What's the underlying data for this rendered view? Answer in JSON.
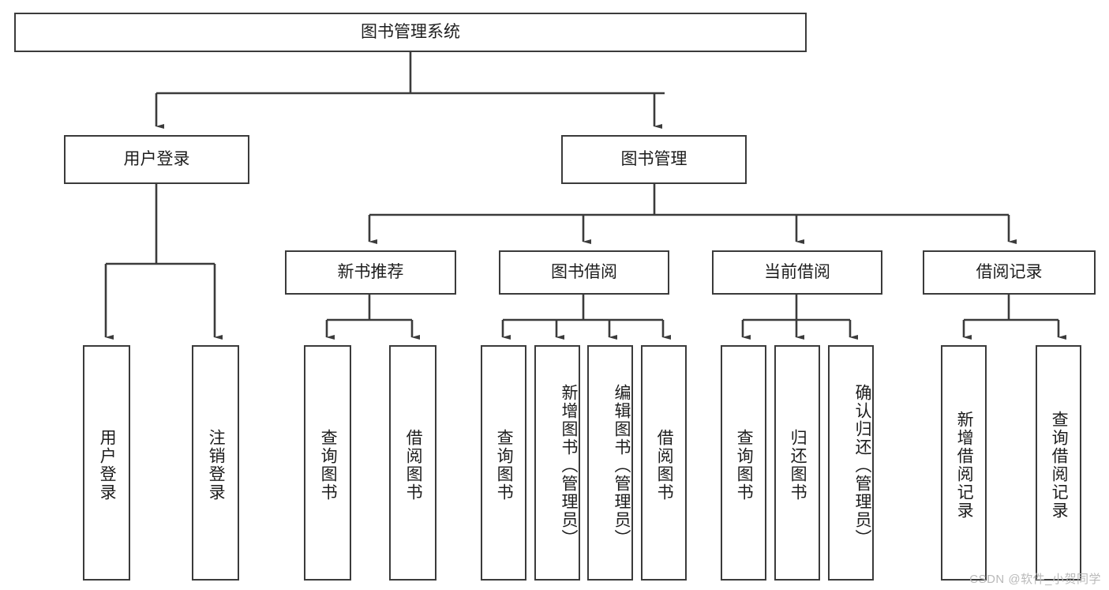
{
  "diagram": {
    "title": "图书管理系统",
    "type": "hierarchy-tree",
    "root": {
      "label": "图书管理系统"
    },
    "level2": [
      {
        "label": "用户登录"
      },
      {
        "label": "图书管理"
      }
    ],
    "level3": [
      {
        "label": "新书推荐"
      },
      {
        "label": "图书借阅"
      },
      {
        "label": "当前借阅"
      },
      {
        "label": "借阅记录"
      }
    ],
    "leaves": {
      "user_login": [
        {
          "label": "用户登录"
        },
        {
          "label": "注销登录"
        }
      ],
      "new_book_recommend": [
        {
          "label": "查询图书"
        },
        {
          "label": "借阅图书"
        }
      ],
      "book_borrow": [
        {
          "label": "查询图书"
        },
        {
          "label": "新增图书（管理员）"
        },
        {
          "label": "编辑图书（管理员）"
        },
        {
          "label": "借阅图书"
        }
      ],
      "current_borrow": [
        {
          "label": "查询图书"
        },
        {
          "label": "归还图书"
        },
        {
          "label": "确认归还（管理员）"
        }
      ],
      "borrow_record": [
        {
          "label": "新增借阅记录"
        },
        {
          "label": "查询借阅记录"
        }
      ]
    }
  },
  "watermark": {
    "text": "CSDN @软件_小贺同学"
  },
  "colors": {
    "stroke": "#3b3b3b",
    "box_fill": "#ffffff",
    "text": "#1d1d1d",
    "watermark": "#b9b9b9"
  }
}
